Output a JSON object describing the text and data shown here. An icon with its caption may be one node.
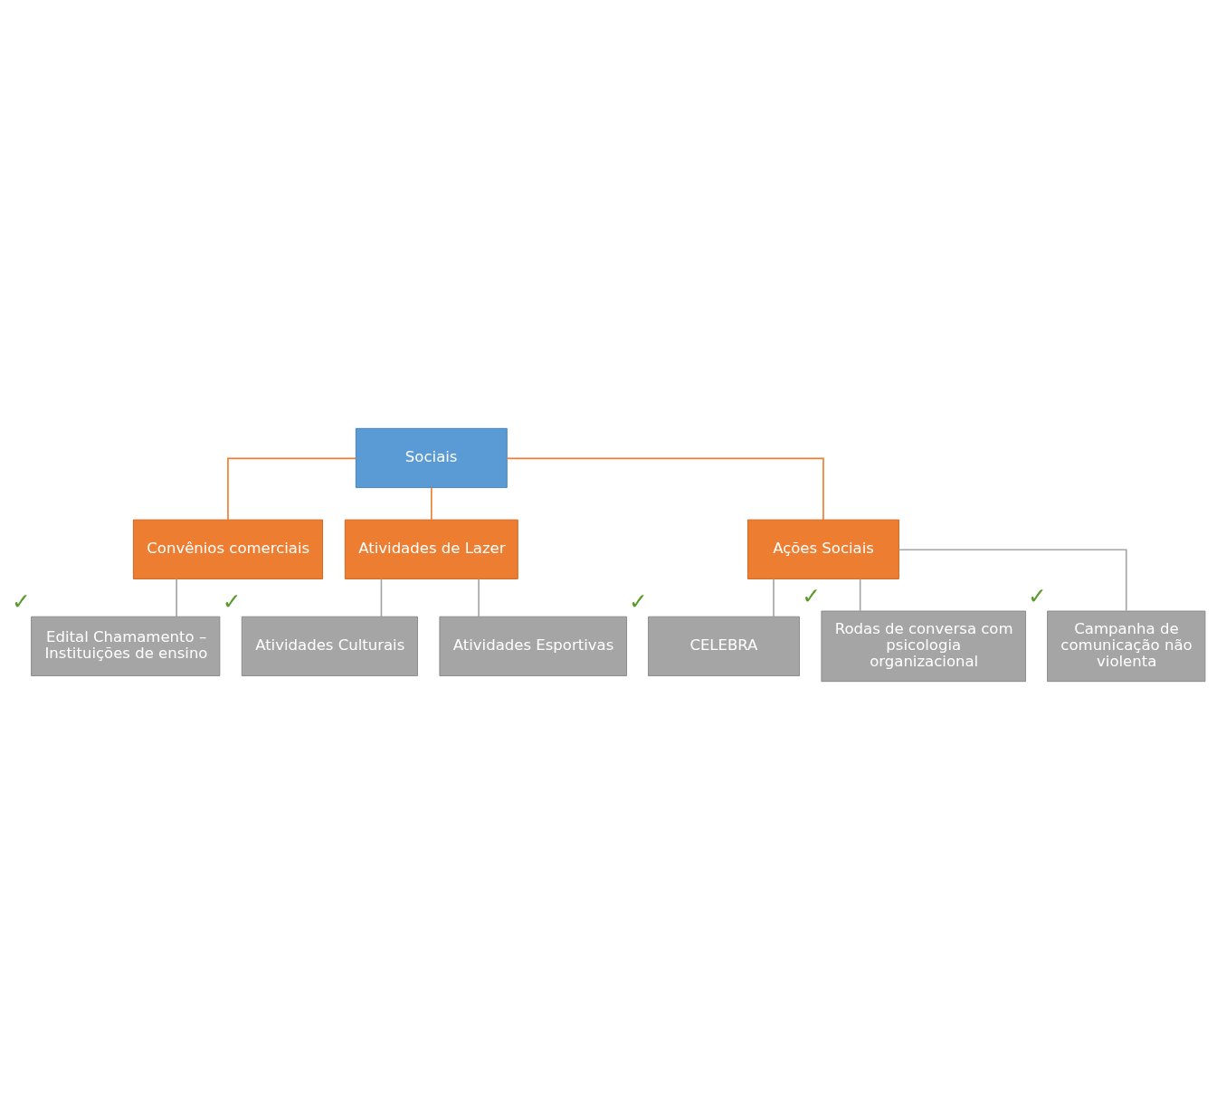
{
  "diagram": {
    "nodes": [
      {
        "text": [
          "Sociais"
        ]
      },
      {
        "text": [
          "Convênios comerciais"
        ]
      },
      {
        "text": [
          "Atividades de Lazer"
        ]
      },
      {
        "text": [
          "Ações Sociais"
        ]
      },
      {
        "text": [
          "Edital Chamamento – Instituições de ensino"
        ],
        "beside": [
          "✓"
        ]
      },
      {
        "text": [
          "Atividades Culturais"
        ],
        "beside": [
          "✓"
        ]
      },
      {
        "text": [
          "Atividades Esportivas"
        ]
      },
      {
        "text": [
          "CELEBRA"
        ],
        "beside": [
          "✓"
        ]
      },
      {
        "text": [
          "Rodas de conversa com psicologia organizacional"
        ],
        "beside": [
          "✓"
        ]
      },
      {
        "text": [
          "Campanha de comunicação não violenta"
        ],
        "beside": [
          "✓"
        ]
      }
    ],
    "edges": [
      {
        "from": 0,
        "to": 1,
        "arrow": "none",
        "color": "#ed7d31"
      },
      {
        "from": 0,
        "to": 2,
        "arrow": "none",
        "color": "#ed7d31"
      },
      {
        "from": 0,
        "to": 3,
        "arrow": "none",
        "color": "#ed7d31"
      },
      {
        "from": 1,
        "to": 4,
        "arrow": "none"
      },
      {
        "from": 2,
        "to": 5,
        "arrow": "none"
      },
      {
        "from": 2,
        "to": 6,
        "arrow": "none"
      },
      {
        "from": 3,
        "to": 7,
        "arrow": "none"
      },
      {
        "from": 3,
        "to": 8,
        "arrow": "none"
      },
      {
        "from": 3,
        "to": 9,
        "arrow": "none"
      }
    ]
  }
}
